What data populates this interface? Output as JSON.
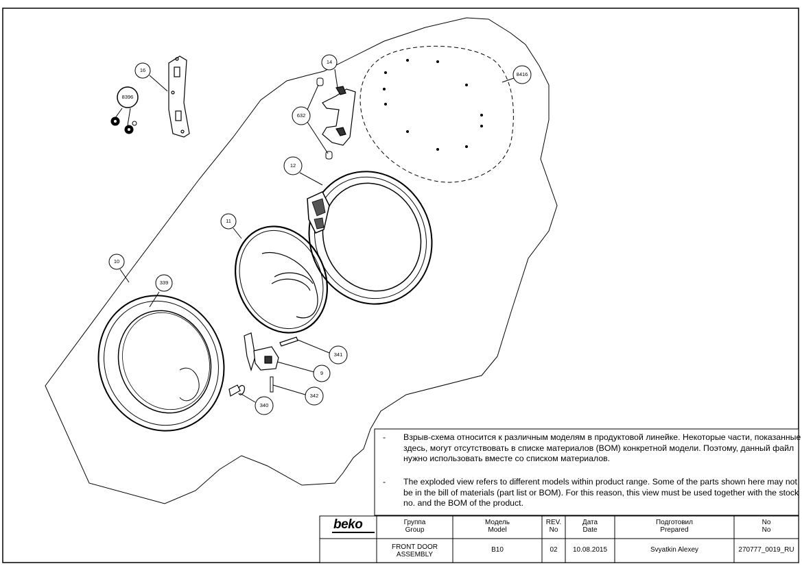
{
  "callouts": [
    "16",
    "8396",
    "14",
    "632",
    "8416",
    "12",
    "11",
    "10",
    "339",
    "341",
    "9",
    "342",
    "340"
  ],
  "notes": {
    "dash": "-",
    "ru": "Взрыв-схема относится к различным моделям в продуктовой линейке. Некоторые части, показанные здесь, могут отсутствовать в списке материалов (BOM) конкретной модели. Поэтому, данный файл нужно использовать вместе со списком материалов.",
    "en": "The exploded view refers to different models within product range. Some of the parts shown here may not be in the bill of materials (part list or BOM). For this reason, this view must be used together with the stock no. and the BOM of the product."
  },
  "title_block": {
    "brand": "beko",
    "group_ru": "Группа",
    "group_en": "Group",
    "model_ru": "Модель",
    "model_en": "Model",
    "rev_a": "REV.",
    "rev_b": "No",
    "date_ru": "Дата",
    "date_en": "Date",
    "prepared_ru": "Подготовил",
    "prepared_en": "Prepared",
    "no_a": "No",
    "no_b": "No",
    "group_value_1": "FRONT DOOR",
    "group_value_2": "ASSEMBLY",
    "model_value": "B10",
    "rev_value": "02",
    "date_value": "10.08.2015",
    "prepared_value": "Svyatkin Alexey",
    "doc_no": "270777_0019_RU"
  }
}
